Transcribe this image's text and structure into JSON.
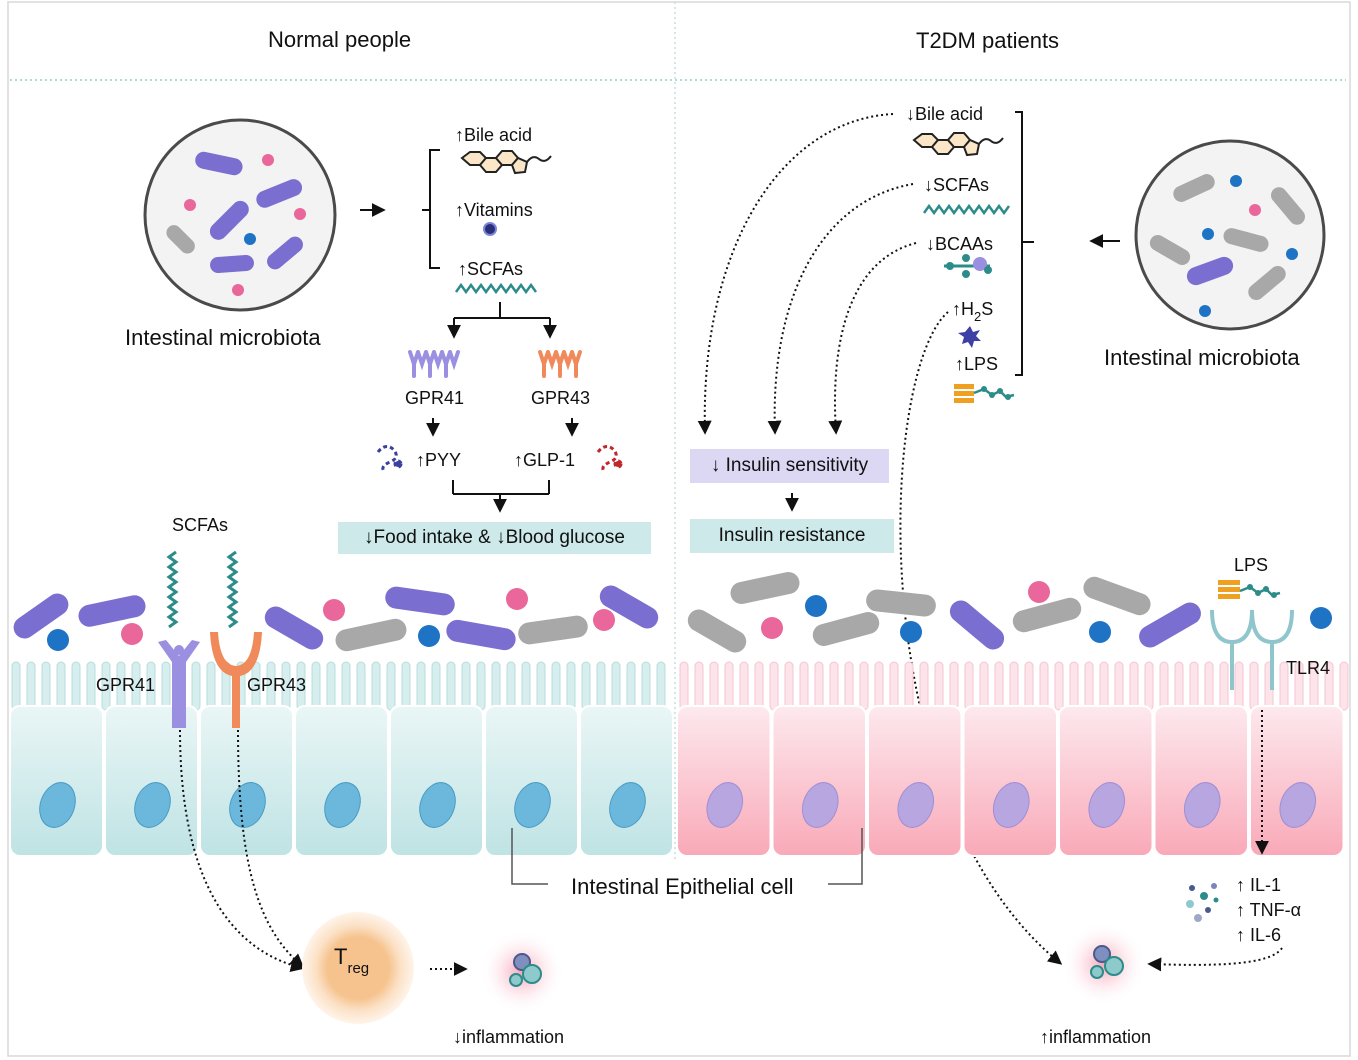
{
  "panels": {
    "left_title": "Normal people",
    "right_title": "T2DM patients"
  },
  "left": {
    "microbiota_label": "Intestinal microbiota",
    "metabolites": {
      "bile_acid": "↑Bile acid",
      "vitamins": "↑Vitamins",
      "scfas": "↑SCFAs"
    },
    "receptors": {
      "gpr41": "GPR41",
      "gpr43": "GPR43"
    },
    "hormones": {
      "pyy": "↑PYY",
      "glp1": "↑GLP-1"
    },
    "outcome_box": "↓Food intake & ↓Blood glucose",
    "membrane": {
      "scfas": "SCFAs",
      "gpr41": "GPR41",
      "gpr43": "GPR43"
    },
    "treg": {
      "main": "T",
      "sub": "reg"
    },
    "inflammation": "↓inflammation"
  },
  "right": {
    "microbiota_label": "Intestinal microbiota",
    "metabolites": {
      "bile_acid": "↓Bile acid",
      "scfas": "↓SCFAs",
      "bcaas": "↓BCAAs",
      "h2s_prefix": "↑H",
      "h2s_sub": "2",
      "h2s_suffix": "S",
      "lps": "↑LPS"
    },
    "insulin_sensitivity": "↓ Insulin sensitivity",
    "insulin_resistance": "Insulin resistance",
    "membrane": {
      "lps": "LPS",
      "tlr4": "TLR4"
    },
    "cytokines": [
      "↑ IL-1",
      "↑ TNF-α",
      "↑ IL-6"
    ],
    "inflammation": "↑inflammation"
  },
  "epithelial_label": "Intestinal Epithelial cell",
  "colors": {
    "bacteria_purple": "#7a6fd1",
    "bacteria_gray": "#a8a8a8",
    "dot_pink": "#e9679a",
    "dot_blue": "#1e73c4",
    "cell_teal": "#cde9ea",
    "cell_pink": "#fbd7de",
    "box_teal": "#cde9ea",
    "box_lavender": "#dcd8f4",
    "receptor_purple": "#9a8fe0",
    "receptor_orange": "#f08a5a",
    "scfa_teal": "#2c8c8a"
  }
}
